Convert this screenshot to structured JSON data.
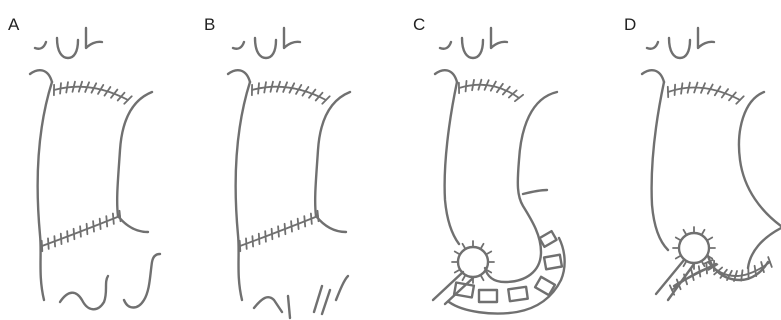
{
  "figure": {
    "stroke_color": "#707070",
    "label_color": "#222222",
    "panels": [
      {
        "label": "A"
      },
      {
        "label": "B"
      },
      {
        "label": "C"
      },
      {
        "label": "D"
      }
    ]
  }
}
